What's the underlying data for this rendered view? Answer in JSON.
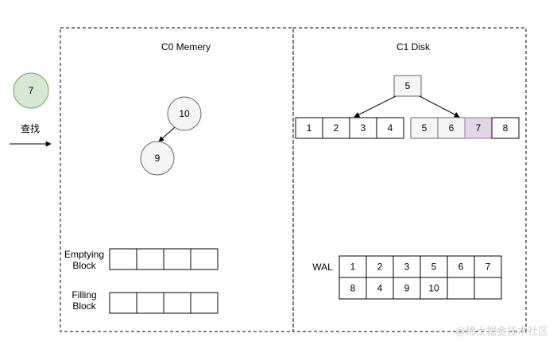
{
  "search": {
    "value": "7",
    "label": "查找",
    "node_fill": "#d5e8d4",
    "node_stroke": "#82b366"
  },
  "memory_panel": {
    "title": "C0 Memery",
    "tree": {
      "root": "10",
      "child": "9"
    },
    "emptying_block": {
      "label_line1": "Emptying",
      "label_line2": "Block",
      "cells": [
        "",
        "",
        "",
        ""
      ]
    },
    "filling_block": {
      "label_line1": "Filling",
      "label_line2": "Block",
      "cells": [
        "",
        "",
        "",
        ""
      ]
    }
  },
  "disk_panel": {
    "title": "C1 Disk",
    "root": "5",
    "left_leaf": [
      "1",
      "2",
      "3",
      "4"
    ],
    "right_leaf": [
      "5",
      "6",
      "7",
      "8"
    ],
    "highlight_value": "7",
    "highlight_fill": "#e1d5e7",
    "highlight_stroke": "#9673a6",
    "muted_fill": "#f5f5f5",
    "wal": {
      "label": "WAL",
      "row1": [
        "1",
        "2",
        "3",
        "5",
        "6",
        "7"
      ],
      "row2": [
        "8",
        "4",
        "9",
        "10",
        "",
        ""
      ]
    }
  },
  "watermark": "@稀土掘金技术社区"
}
